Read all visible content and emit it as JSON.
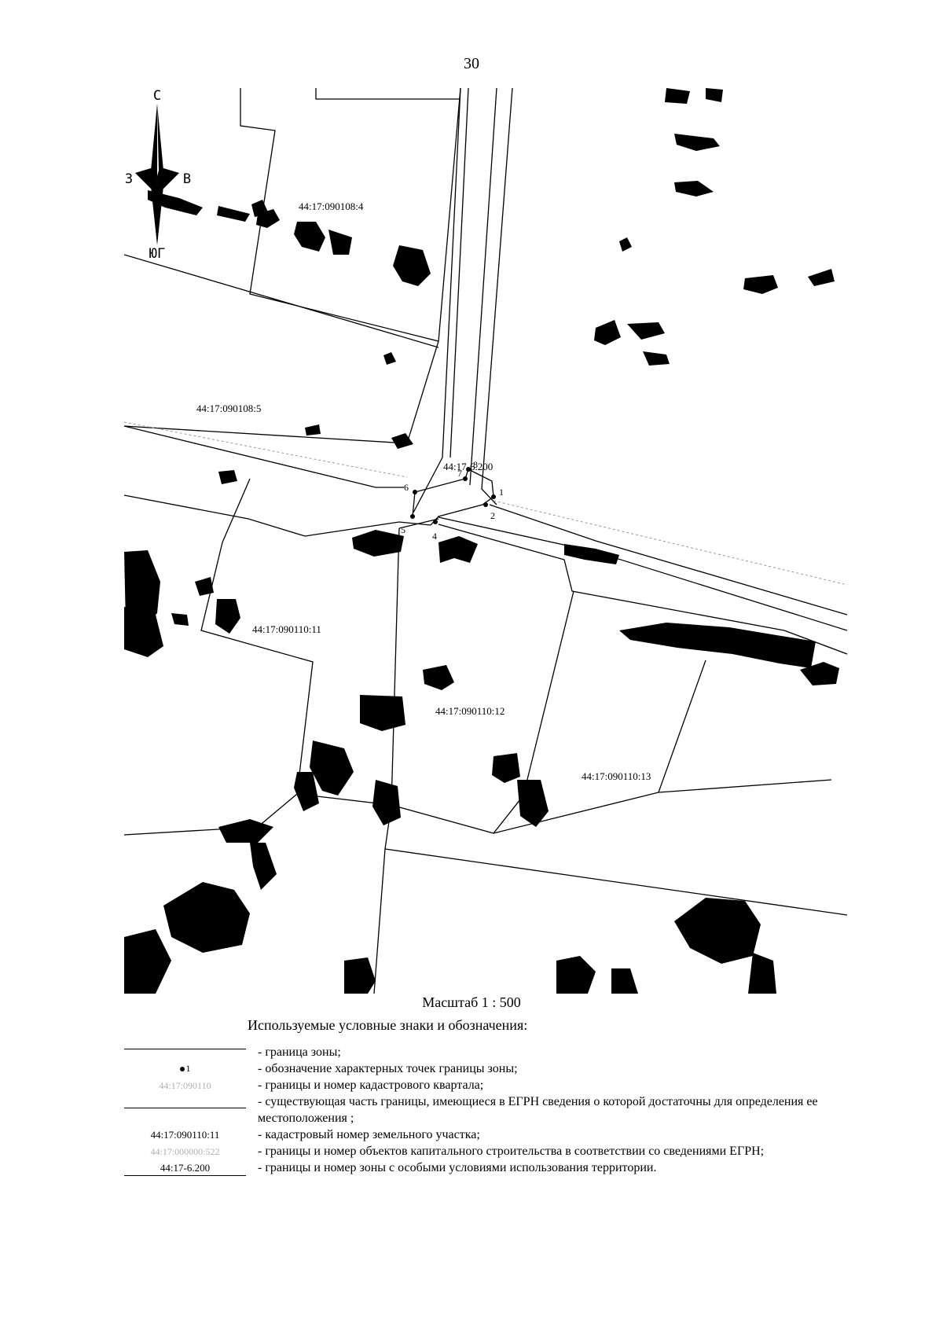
{
  "page": {
    "number": "30"
  },
  "compass": {
    "north": "С",
    "south": "ЮГ",
    "west": "З",
    "east": "В"
  },
  "parcels": {
    "p_090108_4": "44:17:090108:4",
    "p_090108_5": "44:17:090108:5",
    "p_090110_11": "44:17:090110:11",
    "p_090110_12": "44:17:090110:12",
    "p_090110_13": "44:17:090110:13"
  },
  "zone": {
    "number": "44:17-6.200"
  },
  "points": [
    "1",
    "2",
    "4",
    "5",
    "6",
    "7",
    "8"
  ],
  "scale": "Масштаб 1 : 500",
  "legend": {
    "title": "Используемые условные знаки и обозначения:",
    "items": [
      {
        "symbol_text": "",
        "text": "- граница зоны;"
      },
      {
        "symbol_text": "1",
        "text": "- обозначение характерных точек границы зоны;"
      },
      {
        "symbol_text": "44:17:090110",
        "text": "- границы и номер кадастрового квартала;"
      },
      {
        "symbol_text": "",
        "text": "- существующая часть границы, имеющиеся в ЕГРН сведения о которой достаточны для определения ее местоположения ;"
      },
      {
        "symbol_text": "44:17:090110:11",
        "text": "- кадастровый номер земельного участка;"
      },
      {
        "symbol_text": "44:17:000000:522",
        "text": "- границы и номер объектов капитального строительства в соответствии со сведениями ЕГРН;"
      },
      {
        "symbol_text": "44:17-6.200",
        "text": "- границы и номер зоны с особыми условиями использования территории."
      }
    ]
  }
}
